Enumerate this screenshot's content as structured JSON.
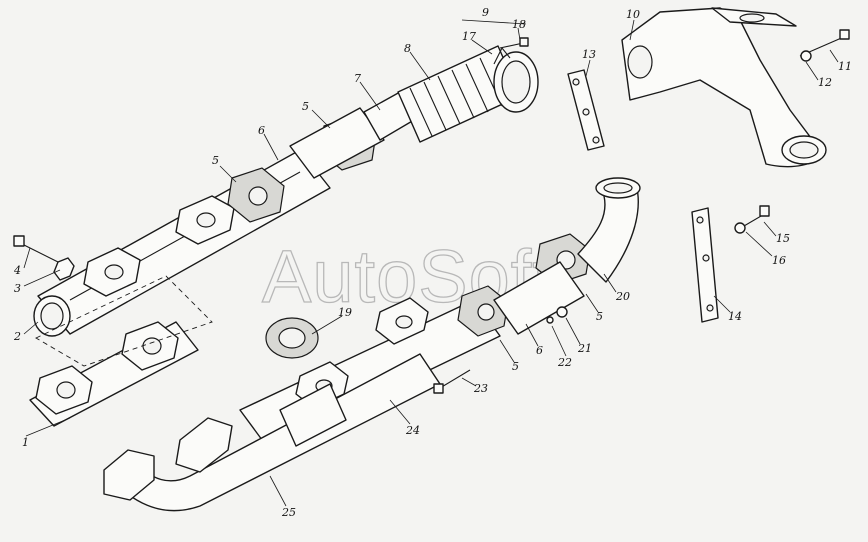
{
  "watermark": "AutoSoft",
  "callouts": [
    "1",
    "2",
    "3",
    "4",
    "5",
    "5",
    "5",
    "5",
    "6",
    "6",
    "7",
    "8",
    "9",
    "10",
    "11",
    "12",
    "13",
    "14",
    "15",
    "16",
    "17",
    "18",
    "19",
    "20",
    "21",
    "22",
    "23",
    "24",
    "25"
  ]
}
